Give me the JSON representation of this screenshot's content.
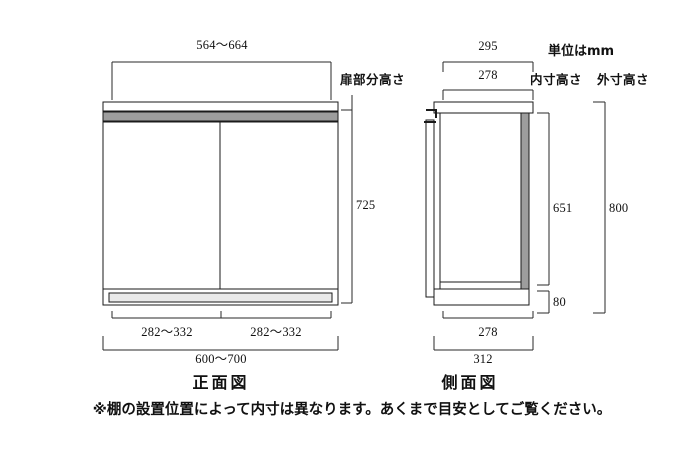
{
  "document": {
    "kind": "furniture-dimension-drawing",
    "unit_note": "単位はmm",
    "footnote": "※棚の設置位置によって内寸は異なります。あくまで目安としてご覧ください。"
  },
  "front_view": {
    "title": "正面図",
    "door_width_label": "564〜664",
    "door_height_caption": "扉部分高さ",
    "door_height_value": "725",
    "left_door_width": "282〜332",
    "right_door_width": "282〜332",
    "total_width": "600〜700"
  },
  "side_view": {
    "title": "側面図",
    "outer_depth_top": "295",
    "inner_depth_top": "278",
    "inner_height_caption": "内寸高さ",
    "outer_height_caption": "外寸高さ",
    "inner_height_value": "651",
    "outer_height_value": "800",
    "base_height_value": "80",
    "inner_depth_bottom": "278",
    "outer_depth_bottom": "312"
  },
  "colors": {
    "line": "#1a1a1a",
    "gray_panel": "#9d9d9d",
    "light_panel": "#e9e9e9",
    "background": "#ffffff"
  }
}
